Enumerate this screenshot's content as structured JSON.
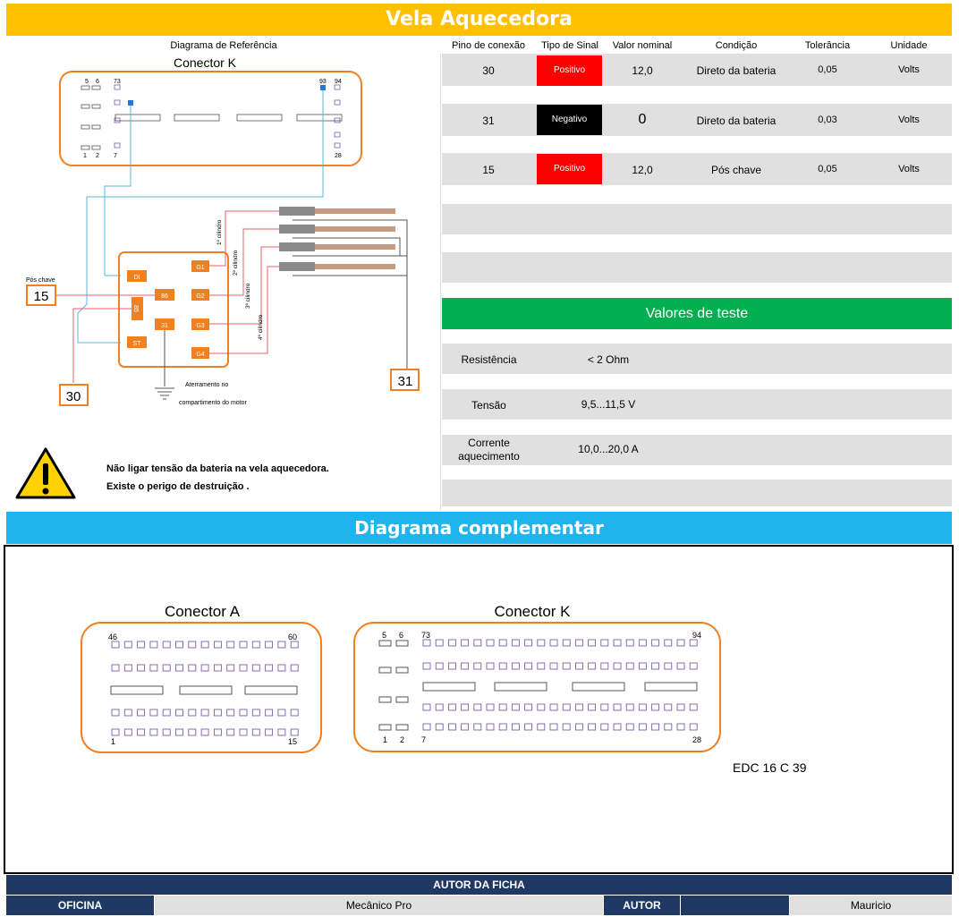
{
  "title": "Vela Aquecedora",
  "colors": {
    "title_bg": "#ffc000",
    "green": "#00b050",
    "blue": "#1fb4ec",
    "navy": "#1f3864",
    "red": "#ff0000",
    "black": "#000000",
    "orange": "#f08020",
    "gray": "#e0e0e0"
  },
  "headers": {
    "diagram": "Diagrama de Referência",
    "pin": "Pino de conexão",
    "signal": "Tipo de Sinal",
    "nominal": "Valor nominal",
    "condition": "Condição",
    "tolerance": "Tolerância",
    "unit": "Unidade"
  },
  "rows": [
    {
      "pin": "30",
      "signal": "Positivo",
      "nominal": "12,0",
      "condition": "Direto da bateria",
      "tolerance": "0,05",
      "unit": "Volts"
    },
    {
      "pin": "31",
      "signal": "Negativo",
      "nominal": "0",
      "condition": "Direto da bateria",
      "tolerance": "0,03",
      "unit": "Volts"
    },
    {
      "pin": "15",
      "signal": "Positivo",
      "nominal": "12,0",
      "condition": "Pós chave",
      "tolerance": "0,05",
      "unit": "Volts"
    }
  ],
  "tests": {
    "title": "Valores de teste",
    "items": [
      {
        "label": "Resistência",
        "value": "< 2 Ohm"
      },
      {
        "label": "Tensão",
        "value": "9,5...11,5 V"
      },
      {
        "label": "Corrente aquecimento",
        "value": "10,0...20,0 A"
      }
    ]
  },
  "diagram": {
    "connector": "Conector K",
    "pins_top": [
      "5",
      "6",
      "73",
      "93",
      "94"
    ],
    "pins_bottom": [
      "1",
      "2",
      "7",
      "28"
    ],
    "pos_chave": "Pós chave",
    "terminal_15": "15",
    "terminal_30": "30",
    "terminal_31": "31",
    "relay_pins": [
      "DI",
      "86",
      "ST",
      "31",
      "85",
      "G1",
      "G2",
      "G3",
      "G4"
    ],
    "cylinders": [
      "1º cilindro",
      "2º cilindro",
      "3º cilindro",
      "4º cilindro"
    ],
    "ground_line1": "Aterramento no",
    "ground_line2": "compartimento do motor"
  },
  "warning": {
    "line1": "Não ligar tensão da bateria na vela aquecedora.",
    "line2": "Existe o perigo de destruição ."
  },
  "complementary": {
    "title": "Diagrama complementar",
    "connector_a": "Conector A",
    "a_pins": [
      "46",
      "60",
      "1",
      "15"
    ],
    "connector_k": "Conector K",
    "k_pins": [
      "5",
      "6",
      "73",
      "94",
      "1",
      "2",
      "7",
      "28"
    ],
    "ecu": "EDC 16 C 39"
  },
  "footer": {
    "title": "AUTOR DA FICHA",
    "oficina_label": "OFICINA",
    "oficina_value": "Mecânico Pro",
    "autor_label": "AUTOR",
    "autor_value": "Mauricio"
  }
}
